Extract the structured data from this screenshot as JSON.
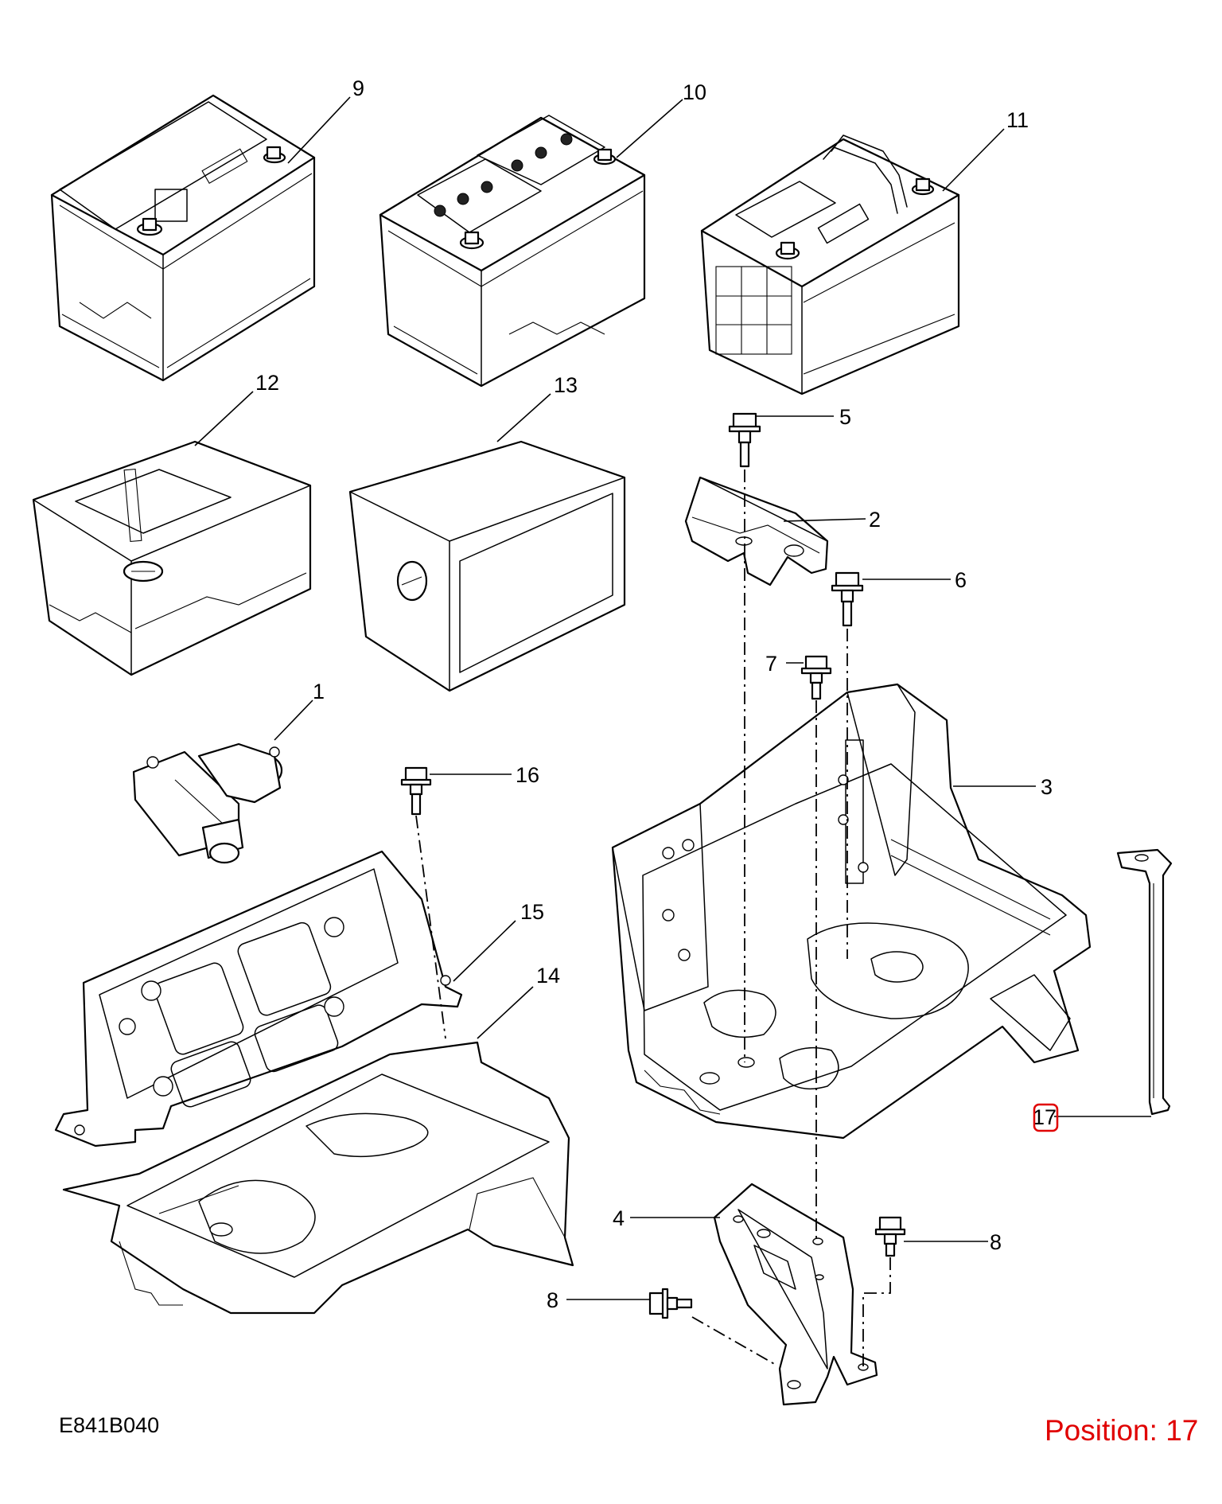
{
  "diagram_code": "E841B040",
  "position_label": "Position: 17",
  "highlight_color": "#e00000",
  "selected_callout": "17",
  "callouts": [
    {
      "id": "9",
      "part": "battery"
    },
    {
      "id": "10",
      "part": "battery"
    },
    {
      "id": "11",
      "part": "battery"
    },
    {
      "id": "12",
      "part": "battery-cover"
    },
    {
      "id": "13",
      "part": "battery-cover"
    },
    {
      "id": "1",
      "part": "battery-sensor"
    },
    {
      "id": "16",
      "part": "bolt"
    },
    {
      "id": "15",
      "part": "battery-tray-bracket"
    },
    {
      "id": "14",
      "part": "battery-tray"
    },
    {
      "id": "5",
      "part": "bolt"
    },
    {
      "id": "2",
      "part": "clamp"
    },
    {
      "id": "6",
      "part": "bolt"
    },
    {
      "id": "7",
      "part": "bolt"
    },
    {
      "id": "3",
      "part": "battery-tray"
    },
    {
      "id": "17",
      "part": "strap"
    },
    {
      "id": "4",
      "part": "bracket"
    },
    {
      "id": "8",
      "part": "bolt"
    },
    {
      "id": "8",
      "part": "bolt"
    }
  ]
}
